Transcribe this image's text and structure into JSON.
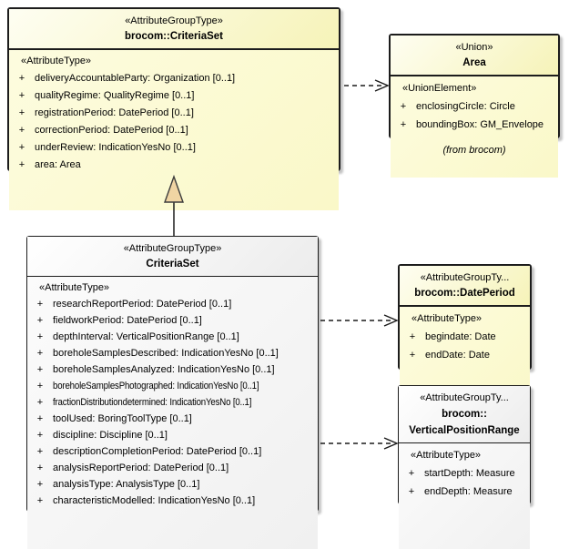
{
  "colors": {
    "box_border": "#1c1c1c",
    "yellow_header_top": "#fefef2",
    "yellow_header_bottom": "#f6f3b8",
    "yellow_body_light": "#fdfcdf",
    "yellow_body": "#faf8c8",
    "gray_header_top": "#ffffff",
    "gray_header_bottom": "#ececec",
    "gray_body_light": "#fbfbfb",
    "gray_body": "#f0f0f0",
    "generalization_fill": "#f0d5a3",
    "connector": "#1a1a1a"
  },
  "boxes": {
    "brocom_criteriaset": {
      "stereotype": "«AttributeGroupType»",
      "title": "brocom::CriteriaSet",
      "compartment_label": "«AttributeType»",
      "attributes": [
        {
          "visibility": "+",
          "text": "deliveryAccountableParty: Organization [0..1]"
        },
        {
          "visibility": "+",
          "text": "qualityRegime: QualityRegime [0..1]"
        },
        {
          "visibility": "+",
          "text": "registrationPeriod: DatePeriod [0..1]"
        },
        {
          "visibility": "+",
          "text": "correctionPeriod: DatePeriod [0..1]"
        },
        {
          "visibility": "+",
          "text": "underReview: IndicationYesNo [0..1]"
        },
        {
          "visibility": "+",
          "text": "area: Area"
        }
      ]
    },
    "area": {
      "stereotype": "«Union»",
      "title": "Area",
      "compartment_label": "«UnionElement»",
      "attributes": [
        {
          "visibility": "+",
          "text": "enclosingCircle: Circle"
        },
        {
          "visibility": "+",
          "text": "boundingBox: GM_Envelope"
        }
      ],
      "caption": "(from brocom)"
    },
    "criteriaset": {
      "stereotype": "«AttributeGroupType»",
      "title": "CriteriaSet",
      "compartment_label": "«AttributeType»",
      "attributes": [
        {
          "visibility": "+",
          "text": "researchReportPeriod: DatePeriod [0..1]"
        },
        {
          "visibility": "+",
          "text": "fieldworkPeriod: DatePeriod [0..1]"
        },
        {
          "visibility": "+",
          "text": "depthInterval: VerticalPositionRange [0..1]"
        },
        {
          "visibility": "+",
          "text": "boreholeSamplesDescribed: IndicationYesNo [0..1]"
        },
        {
          "visibility": "+",
          "text": "boreholeSamplesAnalyzed: IndicationYesNo [0..1]"
        },
        {
          "visibility": "+",
          "text": "boreholeSamplesPhotographed: IndicationYesNo [0..1]",
          "condensed": true
        },
        {
          "visibility": "+",
          "text": "fractionDistributiondetermined: IndicationYesNo [0..1]",
          "condensed": true
        },
        {
          "visibility": "+",
          "text": "toolUsed: BoringToolType [0..1]"
        },
        {
          "visibility": "+",
          "text": "discipline: Discipline [0..1]"
        },
        {
          "visibility": "+",
          "text": "descriptionCompletionPeriod: DatePeriod [0..1]"
        },
        {
          "visibility": "+",
          "text": "analysisReportPeriod: DatePeriod [0..1]"
        },
        {
          "visibility": "+",
          "text": "analysisType: AnalysisType [0..1]"
        },
        {
          "visibility": "+",
          "text": "characteristicModelled: IndicationYesNo [0..1]"
        }
      ]
    },
    "dateperiod": {
      "stereotype": "«AttributeGroupTy...",
      "title": "brocom::DatePeriod",
      "compartment_label": "«AttributeType»",
      "attributes": [
        {
          "visibility": "+",
          "text": "begindate: Date"
        },
        {
          "visibility": "+",
          "text": "endDate: Date"
        }
      ]
    },
    "verticalpositionrange": {
      "stereotype": "«AttributeGroupTy...",
      "title_line1": "brocom::",
      "title_line2": "VerticalPositionRange",
      "compartment_label": "«AttributeType»",
      "attributes": [
        {
          "visibility": "+",
          "text": "startDepth: Measure"
        },
        {
          "visibility": "+",
          "text": "endDepth: Measure"
        }
      ]
    }
  },
  "connectors": [
    {
      "type": "dependency",
      "from": "brocom::CriteriaSet",
      "to": "Area",
      "style": "dashed-open-arrow"
    },
    {
      "type": "generalization",
      "from": "CriteriaSet",
      "to": "brocom::CriteriaSet",
      "style": "solid-hollow-triangle"
    },
    {
      "type": "dependency",
      "from": "CriteriaSet",
      "to": "brocom::DatePeriod",
      "style": "dashed-open-arrow"
    },
    {
      "type": "dependency",
      "from": "CriteriaSet",
      "to": "brocom::VerticalPositionRange",
      "style": "dashed-open-arrow"
    }
  ]
}
